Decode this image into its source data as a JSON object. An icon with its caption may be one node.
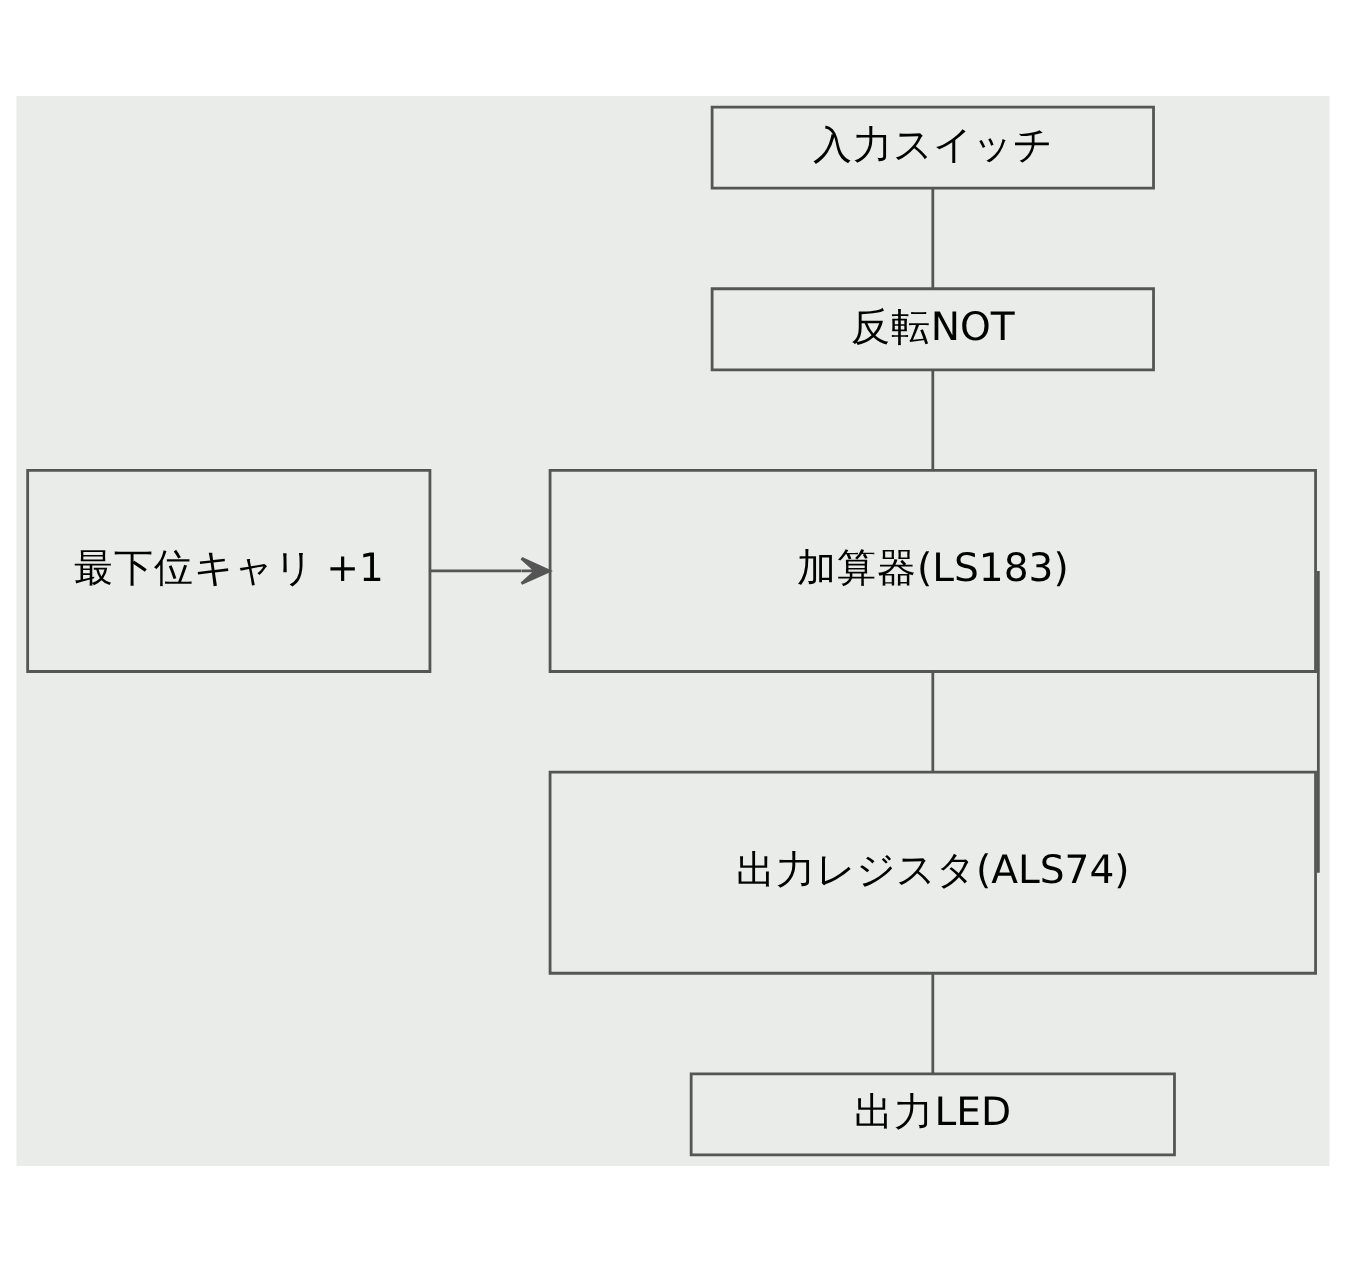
{
  "diagram": {
    "nodes": [
      {
        "text": [
          "入力スイッチ"
        ]
      },
      {
        "text": [
          "反転NOT"
        ]
      },
      {
        "text": [
          "加算器(LS183)"
        ]
      },
      {
        "text": [
          "最下位キャリ +1"
        ]
      },
      {
        "text": [
          "出力レジスタ(ALS74)"
        ]
      },
      {
        "text": [
          "出力LED"
        ]
      }
    ],
    "edges": [
      {
        "from": 0,
        "to": 1,
        "arrow": "none"
      },
      {
        "from": 1,
        "to": 2,
        "arrow": "none"
      },
      {
        "from": 3,
        "to": 2,
        "arrow": "to"
      },
      {
        "from": 2,
        "to": 4,
        "arrow": "none"
      },
      {
        "from": 4,
        "to": 5,
        "arrow": "none"
      },
      {
        "from": 4,
        "to": 2,
        "arrow": "none"
      }
    ]
  }
}
